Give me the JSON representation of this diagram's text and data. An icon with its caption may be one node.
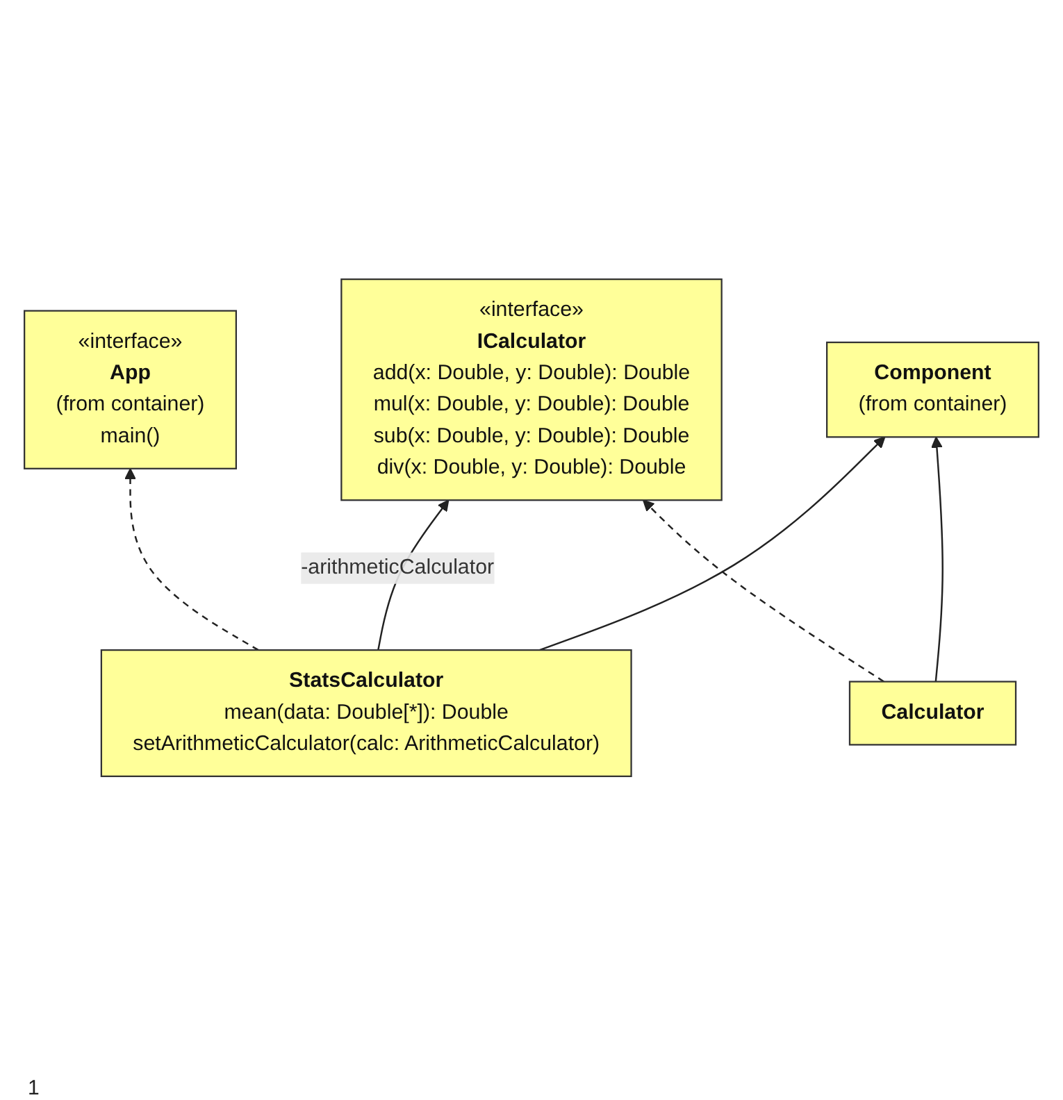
{
  "diagram": {
    "nodes": [
      {
        "text": [
          "«interface»",
          "App",
          "(from container)",
          "main()"
        ]
      },
      {
        "text": [
          "StatsCalculator",
          "mean(data: Double[*]): Double",
          "setArithmeticCalculator(calc: ArithmeticCalculator)"
        ]
      },
      {
        "text": [
          "«interface»",
          "ICalculator",
          "add(x: Double, y: Double): Double",
          "mul(x: Double, y: Double): Double",
          "sub(x: Double, y: Double): Double",
          "div(x: Double, y: Double): Double"
        ]
      },
      {
        "text": [
          "Component",
          "(from container)"
        ]
      },
      {
        "text": [
          "Calculator"
        ]
      }
    ],
    "edges": [
      {
        "from": 1,
        "to": 0,
        "arrow": "to",
        "style": "dashed"
      },
      {
        "from": 1,
        "to": 2,
        "arrow": "to",
        "label": "-arithmeticCalculator"
      },
      {
        "from": 1,
        "to": 3,
        "arrow": "to"
      },
      {
        "from": 4,
        "to": 2,
        "arrow": "to",
        "style": "dashed"
      },
      {
        "from": 4,
        "to": 3,
        "arrow": "to"
      }
    ],
    "labels": [
      "1"
    ]
  }
}
